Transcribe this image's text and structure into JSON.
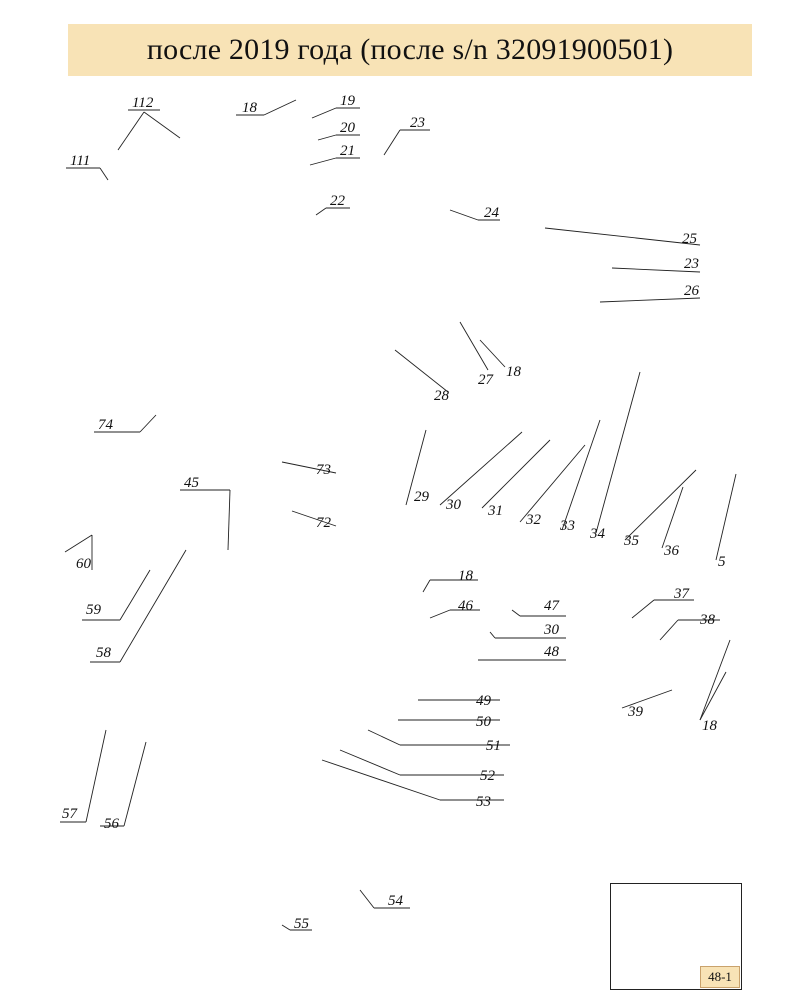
{
  "banner": {
    "title": "после 2019 года (после s/n 32091900501)"
  },
  "parts": [
    {
      "id": "p112",
      "num": "112"
    },
    {
      "id": "p111",
      "num": "111"
    },
    {
      "id": "p18a",
      "num": "18"
    },
    {
      "id": "p19",
      "num": "19"
    },
    {
      "id": "p20",
      "num": "20"
    },
    {
      "id": "p21",
      "num": "21"
    },
    {
      "id": "p22",
      "num": "22"
    },
    {
      "id": "p23a",
      "num": "23"
    },
    {
      "id": "p24",
      "num": "24"
    },
    {
      "id": "p25",
      "num": "25"
    },
    {
      "id": "p23b",
      "num": "23"
    },
    {
      "id": "p26",
      "num": "26"
    },
    {
      "id": "p27",
      "num": "27"
    },
    {
      "id": "p18b",
      "num": "18"
    },
    {
      "id": "p28",
      "num": "28"
    },
    {
      "id": "p74",
      "num": "74"
    },
    {
      "id": "p73",
      "num": "73"
    },
    {
      "id": "p72",
      "num": "72"
    },
    {
      "id": "p45",
      "num": "45"
    },
    {
      "id": "p60",
      "num": "60"
    },
    {
      "id": "p59",
      "num": "59"
    },
    {
      "id": "p58",
      "num": "58"
    },
    {
      "id": "p29",
      "num": "29"
    },
    {
      "id": "p30a",
      "num": "30"
    },
    {
      "id": "p31",
      "num": "31"
    },
    {
      "id": "p32",
      "num": "32"
    },
    {
      "id": "p33",
      "num": "33"
    },
    {
      "id": "p34",
      "num": "34"
    },
    {
      "id": "p35",
      "num": "35"
    },
    {
      "id": "p36",
      "num": "36"
    },
    {
      "id": "p5",
      "num": "5"
    },
    {
      "id": "p37",
      "num": "37"
    },
    {
      "id": "p38",
      "num": "38"
    },
    {
      "id": "p39",
      "num": "39"
    },
    {
      "id": "p18d",
      "num": "18"
    },
    {
      "id": "p18c",
      "num": "18"
    },
    {
      "id": "p46",
      "num": "46"
    },
    {
      "id": "p47",
      "num": "47"
    },
    {
      "id": "p30b",
      "num": "30"
    },
    {
      "id": "p48",
      "num": "48"
    },
    {
      "id": "p49",
      "num": "49"
    },
    {
      "id": "p50",
      "num": "50"
    },
    {
      "id": "p51",
      "num": "51"
    },
    {
      "id": "p52",
      "num": "52"
    },
    {
      "id": "p53",
      "num": "53"
    },
    {
      "id": "p57",
      "num": "57"
    },
    {
      "id": "p56",
      "num": "56"
    },
    {
      "id": "p54",
      "num": "54"
    },
    {
      "id": "p55",
      "num": "55"
    }
  ],
  "inset": {
    "label": "48-1"
  },
  "colors": {
    "banner_bg": "#f8e3b6",
    "line": "#222222"
  }
}
